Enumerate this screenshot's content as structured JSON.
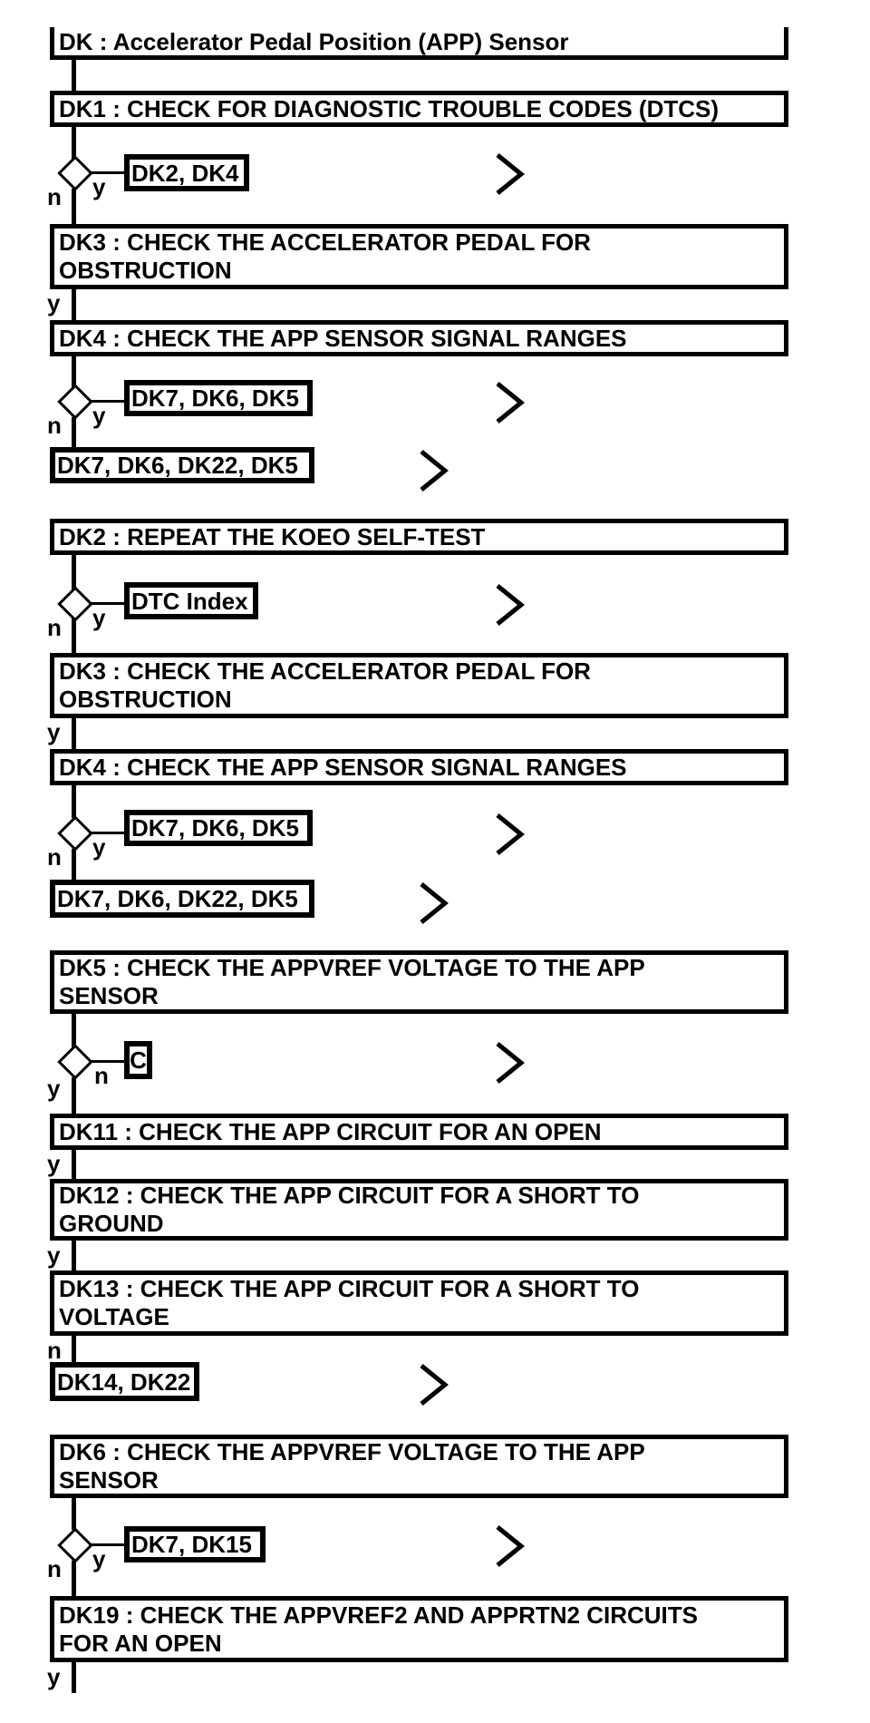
{
  "flow": {
    "colors": {
      "ink": "#000000",
      "paper": "#ffffff"
    },
    "labels": {
      "yes": "y",
      "no": "n"
    },
    "title": "DK : Accelerator Pedal Position (APP) Sensor",
    "boxes": {
      "dk1": {
        "lines": [
          "DK1 : CHECK FOR DIAGNOSTIC TROUBLE CODES (DTCS)"
        ]
      },
      "dk2": {
        "lines": [
          "DK2 : REPEAT THE KOEO SELF-TEST"
        ]
      },
      "dk3": {
        "lines": [
          "DK3 : CHECK THE ACCELERATOR PEDAL FOR",
          "OBSTRUCTION"
        ]
      },
      "dk4": {
        "lines": [
          "DK4 : CHECK THE APP SENSOR SIGNAL RANGES"
        ]
      },
      "dk5": {
        "lines": [
          "DK5 : CHECK THE APPVREF VOLTAGE TO THE APP",
          "SENSOR"
        ]
      },
      "dk6": {
        "lines": [
          "DK6 : CHECK THE APPVREF VOLTAGE TO THE APP",
          "SENSOR"
        ]
      },
      "dk11": {
        "lines": [
          "DK11 : CHECK THE APP CIRCUIT FOR AN OPEN"
        ]
      },
      "dk12": {
        "lines": [
          "DK12 : CHECK THE APP CIRCUIT FOR A SHORT TO",
          "GROUND"
        ]
      },
      "dk13": {
        "lines": [
          "DK13 : CHECK THE APP CIRCUIT FOR A SHORT TO",
          "VOLTAGE"
        ]
      },
      "dk19": {
        "lines": [
          "DK19 : CHECK THE APPVREF2 AND APPRTN2 CIRCUITS",
          "FOR AN OPEN"
        ]
      }
    },
    "refs": {
      "dk2_dk4": "DK2, DK4",
      "dk7_dk6_dk5": "DK7, DK6, DK5",
      "dk7_dk6_dk22_dk5": "DK7, DK6, DK22, DK5",
      "dtc_index": "DTC Index",
      "c": "C",
      "dk14_dk22": "DK14, DK22",
      "dk7_dk15": "DK7, DK15"
    }
  }
}
